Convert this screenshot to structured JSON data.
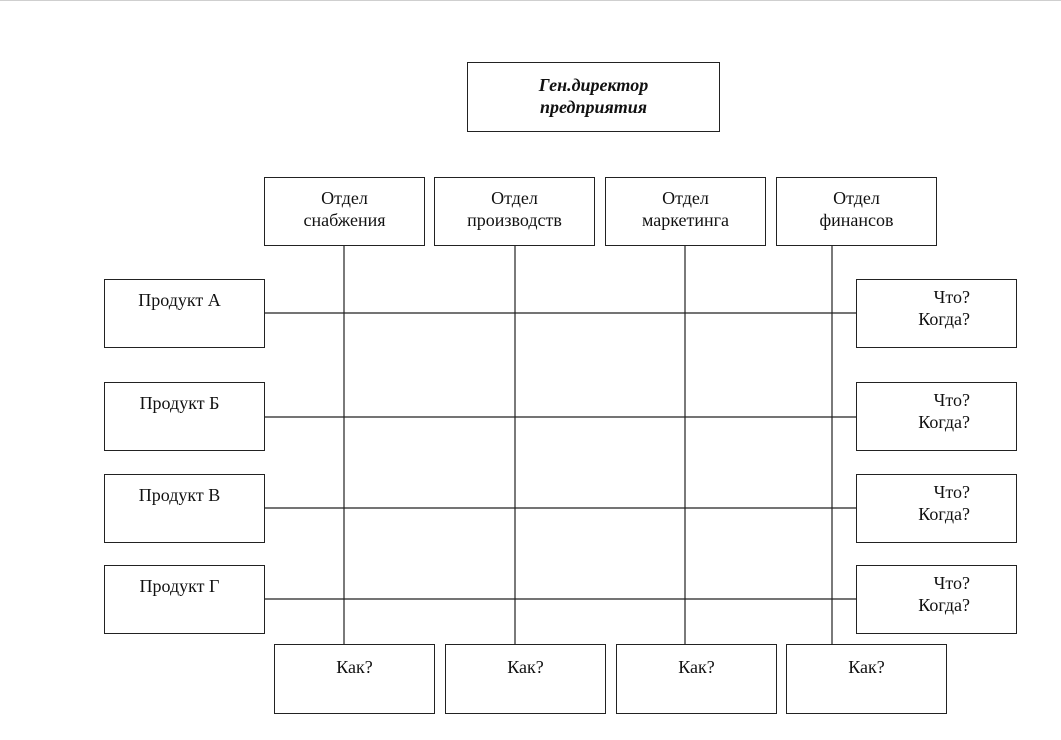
{
  "director": {
    "line1": "Ген.директор",
    "line2": "предприятия"
  },
  "departments": [
    {
      "line1": "Отдел",
      "line2": "снабжения"
    },
    {
      "line1": "Отдел",
      "line2": "производств"
    },
    {
      "line1": "Отдел",
      "line2": "маркетинга"
    },
    {
      "line1": "Отдел",
      "line2": "финансов"
    }
  ],
  "products": [
    {
      "label": "Продукт А"
    },
    {
      "label": "Продукт Б"
    },
    {
      "label": "Продукт В"
    },
    {
      "label": "Продукт Г"
    }
  ],
  "questions": [
    {
      "line1": "Что?",
      "line2": "Когда?"
    },
    {
      "line1": "Что?",
      "line2": "Когда?"
    },
    {
      "line1": "Что?",
      "line2": "Когда?"
    },
    {
      "line1": "Что?",
      "line2": "Когда?"
    }
  ],
  "how": [
    {
      "label": "Как?"
    },
    {
      "label": "Как?"
    },
    {
      "label": "Как?"
    },
    {
      "label": "Как?"
    }
  ],
  "colors": {
    "line": "#222222",
    "box_border": "#222222",
    "background": "#ffffff"
  }
}
